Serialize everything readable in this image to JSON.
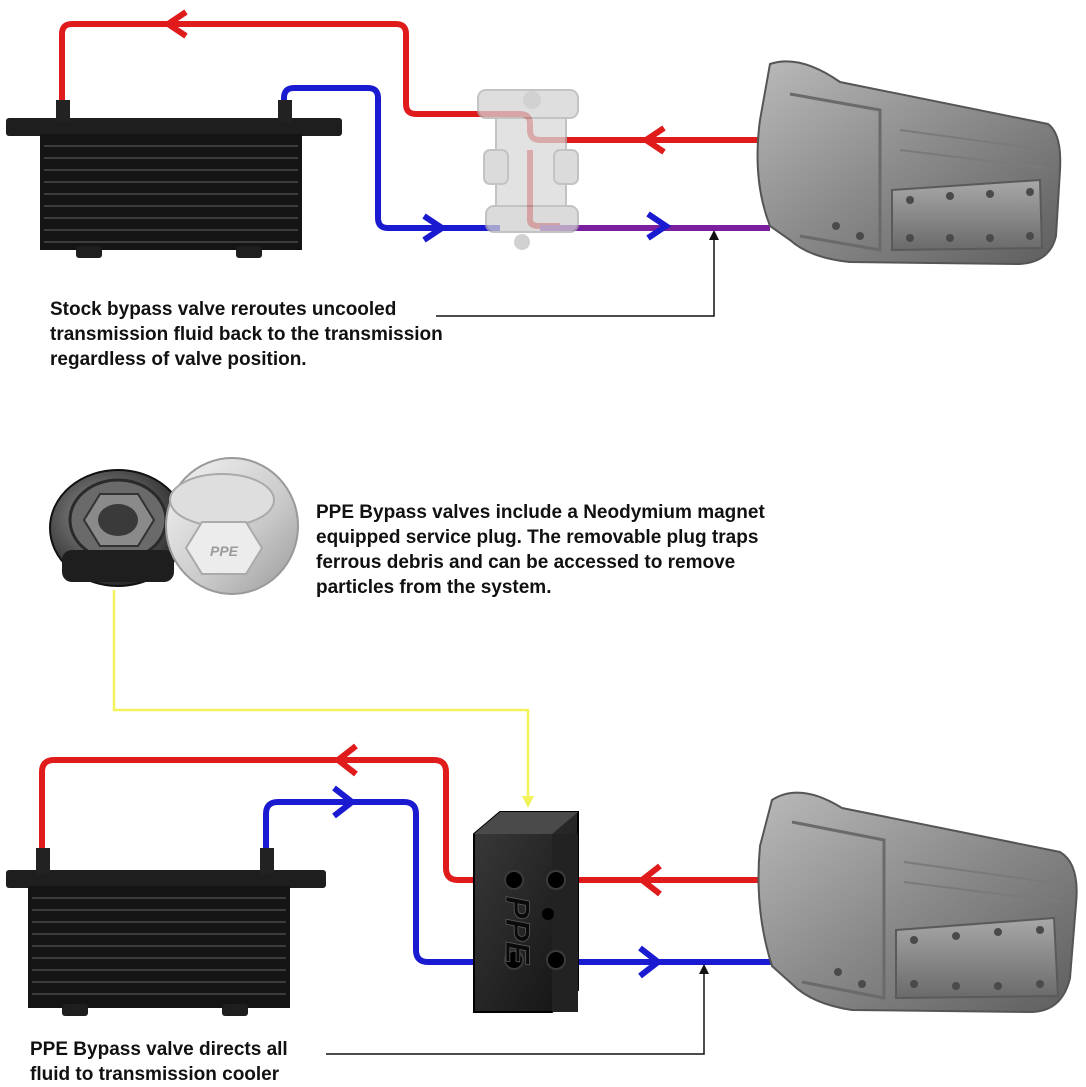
{
  "colors": {
    "hot_line": "#e01b1b",
    "cool_line": "#1a1ad0",
    "magnet_callout": "#f2f25a",
    "leader_line": "#111111"
  },
  "captions": {
    "stock": [
      "Stock bypass valve reroutes uncooled",
      "transmission fluid back to the transmission",
      "regardless of valve position."
    ],
    "plug": [
      "PPE Bypass valves include a Neodymium magnet",
      "equipped service plug. The removable plug traps",
      "ferrous debris and can be accessed to remove",
      "particles from the system."
    ],
    "ppe": [
      "PPE Bypass valve directs all",
      "fluid to transmission cooler"
    ]
  },
  "labels": {
    "ppe_logo": "PPE",
    "plug_logo": "PPE"
  },
  "icons": {
    "cooler": "oil-cooler-icon",
    "transmission": "transmission-icon",
    "stock_valve": "stock-bypass-valve-icon",
    "ppe_valve": "ppe-bypass-valve-icon",
    "plug": "magnetic-plug-icon"
  }
}
